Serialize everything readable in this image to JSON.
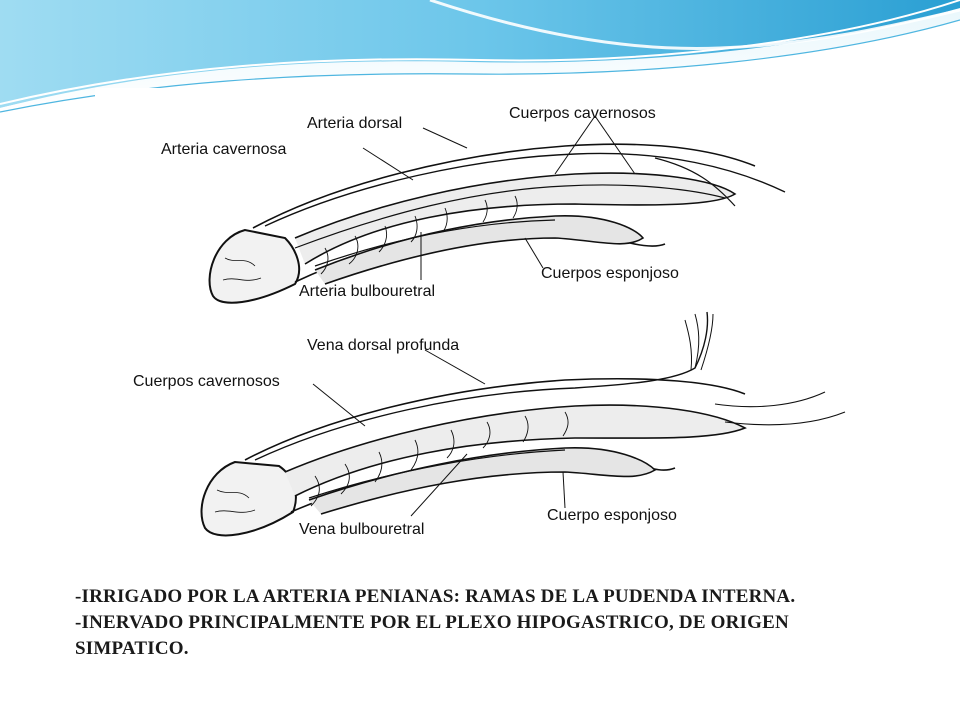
{
  "theme": {
    "accent": "#29a8d8",
    "accent_light": "#bfe6f5"
  },
  "figure": {
    "top": {
      "labels": {
        "arteria_dorsal": "Arteria dorsal",
        "arteria_cavernosa": "Arteria cavernosa",
        "cuerpos_cavernosos": "Cuerpos cavernosos",
        "cuerpos_esponjoso": "Cuerpos esponjoso",
        "arteria_bulbouretral": "Arteria bulbouretral"
      }
    },
    "bottom": {
      "labels": {
        "vena_dorsal_profunda": "Vena dorsal profunda",
        "cuerpos_cavernosos": "Cuerpos cavernosos",
        "vena_bulbouretral": "Vena bulbouretral",
        "cuerpo_esponjoso": "Cuerpo esponjoso"
      }
    }
  },
  "caption": {
    "line1": "-IRRIGADO POR LA ARTERIA PENIANAS: RAMAS DE LA PUDENDA INTERNA.",
    "line2": "-INERVADO PRINCIPALMENTE POR EL PLEXO HIPOGASTRICO, DE ORIGEN SIMPATICO."
  }
}
